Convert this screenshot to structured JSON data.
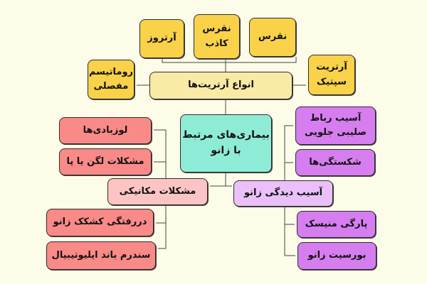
{
  "center": "بیماری‌های مرتبط با زانو",
  "arthritis": {
    "label": "انواع آرتریت‌ها",
    "children": [
      "آرتروز",
      "نقرس کاذب",
      "نقرس",
      "روماتیسم مفصلی",
      "آرتریت سپتیک"
    ]
  },
  "mechanical": {
    "label": "مشکلات مکانیکی",
    "children": [
      "لوزبادی‌ها",
      "مشکلات لگن یا پا",
      "دررفتگی کشکک زانو",
      "سندرم باند ایلیوتیبیال"
    ]
  },
  "injury": {
    "label": "آسیب دیدگی زانو",
    "children": [
      "آسیب رباط صلیبی جلویی",
      "شکستگی‌ها",
      "پارگی منیسک",
      "بورسیت زانو"
    ]
  },
  "colors": {
    "yellow": "#f9d24a",
    "light_yellow": "#f9eaa6",
    "teal": "#8eecd6",
    "red": "#f98a87",
    "pink": "#fdc4c4",
    "purple": "#d67ef0",
    "light_purple": "#ebc0f9"
  }
}
